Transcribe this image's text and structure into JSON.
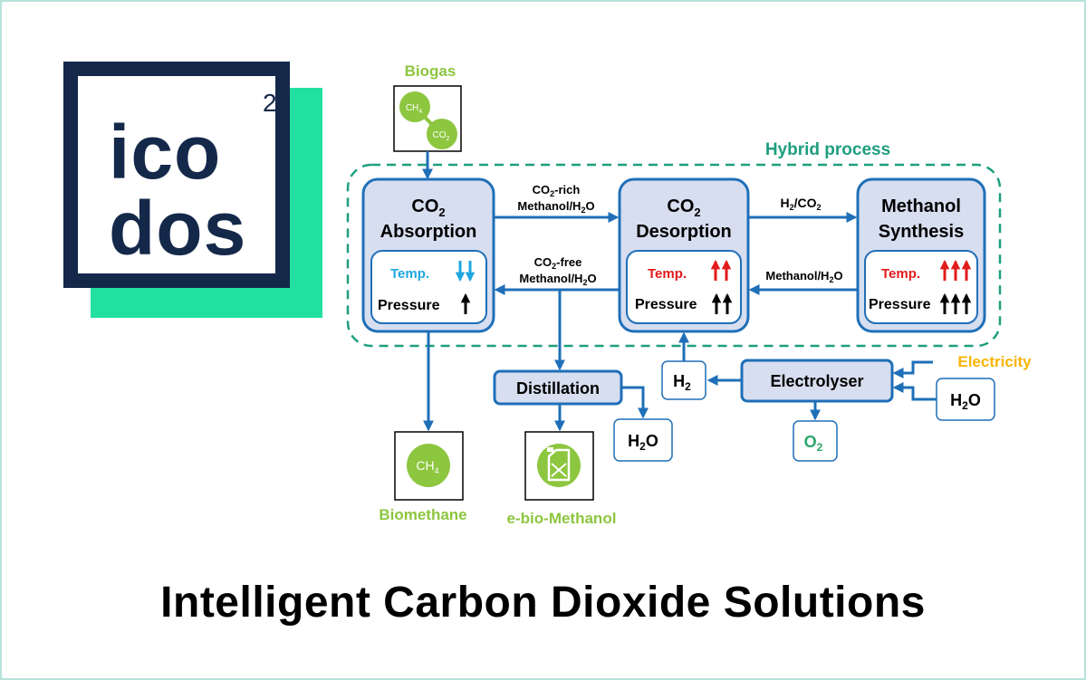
{
  "logo": {
    "line1": "ico",
    "line2": "dos",
    "superscript": "2"
  },
  "footer": {
    "title": "Intelligent Carbon Dioxide Solutions"
  },
  "diagram": {
    "hybrid_label": "Hybrid process",
    "biogas": {
      "label": "Biogas",
      "ch4": "CH",
      "ch4_sub": "4",
      "co2": "CO",
      "co2_sub": "2"
    },
    "absorption": {
      "title_main": "CO",
      "title_sub": "2",
      "title_line2": "Absorption",
      "temp": "Temp.",
      "pressure": "Pressure"
    },
    "desorption": {
      "title_main": "CO",
      "title_sub": "2",
      "title_line2": "Desorption",
      "temp": "Temp.",
      "pressure": "Pressure"
    },
    "synthesis": {
      "title_line1": "Methanol",
      "title_line2": "Synthesis",
      "temp": "Temp.",
      "pressure": "Pressure"
    },
    "flow_co2_rich": {
      "pre": "CO",
      "sub": "2",
      "post": "-rich",
      "line2_pre": "Methanol/H",
      "line2_sub": "2",
      "line2_post": "O"
    },
    "flow_co2_free": {
      "pre": "CO",
      "sub": "2",
      "post": "-free",
      "line2_pre": "Methanol/H",
      "line2_sub": "2",
      "line2_post": "O"
    },
    "flow_h2_co2": {
      "a": "H",
      "a_sub": "2",
      "b": "/CO",
      "b_sub": "2"
    },
    "flow_methanol_h2o": {
      "pre": "Methanol/H",
      "sub": "2",
      "post": "O"
    },
    "distillation": "Distillation",
    "distill_h2o": {
      "pre": "H",
      "sub": "2",
      "post": "O"
    },
    "electrolyser": "Electrolyser",
    "h2_box": {
      "pre": "H",
      "sub": "2"
    },
    "electricity": "Electricity",
    "water_in": {
      "pre": "H",
      "sub": "2",
      "post": "O"
    },
    "o2_out": {
      "pre": "O",
      "sub": "2"
    },
    "biomethane": {
      "label": "Biomethane",
      "icon_text": "CH",
      "icon_sub": "4"
    },
    "ebio_methanol": {
      "label": "e-bio-Methanol"
    },
    "colors": {
      "blue": "#1f6fb8",
      "box_fill": "#d7def0",
      "green": "#8dc63f",
      "teal": "#1f9e7f",
      "red": "#e21b1b",
      "cyan": "#1ea7e1",
      "yellow": "#f7b500",
      "o2": "#2aa66b"
    }
  }
}
